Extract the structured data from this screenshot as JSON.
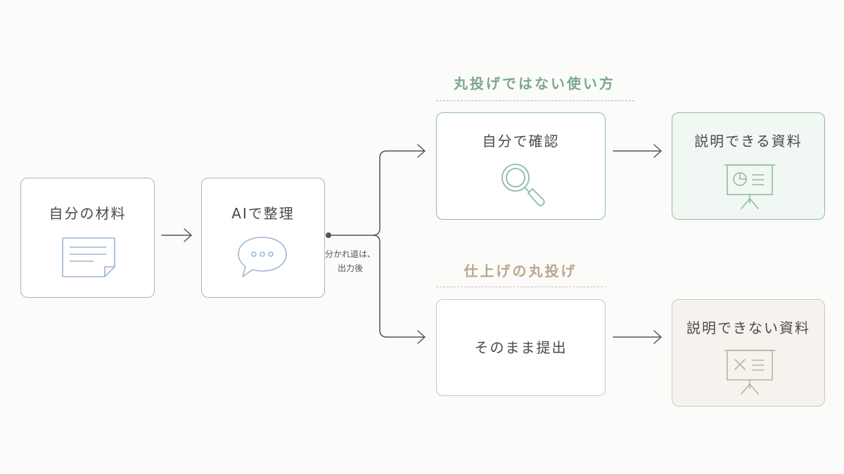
{
  "boxes": {
    "materials": "自分の材料",
    "ai_organize": "AIで整理",
    "self_check": "自分で確認",
    "explainable": "説明できる資料",
    "submit_as_is": "そのまま提出",
    "not_explainable": "説明できない資料"
  },
  "sections": {
    "good_path_title": "丸投げではない使い方",
    "bad_path_title": "仕上げの丸投げ"
  },
  "branch_note": {
    "line1": "分かれ道は、",
    "line2": "出力後"
  },
  "icons": {
    "materials": "document-icon",
    "ai_organize": "chat-bubble-icon",
    "self_check": "magnifier-icon",
    "explainable": "presentation-chart-icon",
    "not_explainable": "presentation-x-icon"
  },
  "colors": {
    "blue_border": "#9fb6cf",
    "green_border": "#8fbba4",
    "green_title": "#7aa88f",
    "tan_title": "#b9a88c",
    "gray_border": "#c9c7c2"
  }
}
